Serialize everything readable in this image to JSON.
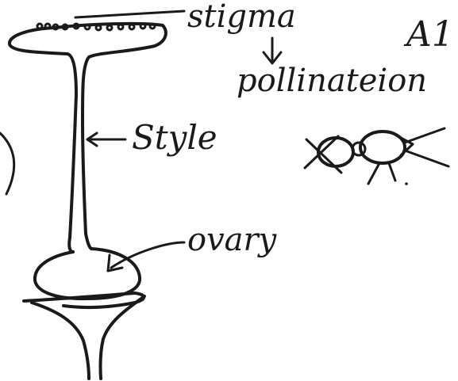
{
  "labels": {
    "stigma": "stigma",
    "pollination": "pollinateion",
    "style": "Style",
    "ovary": "ovary",
    "corner_text": "A1"
  },
  "colors": {
    "ink": "#1a1a1a",
    "background": "#ffffff"
  },
  "icons": {
    "arrow_down": "arrow-down-icon",
    "insect": "insect-sketch-icon"
  }
}
